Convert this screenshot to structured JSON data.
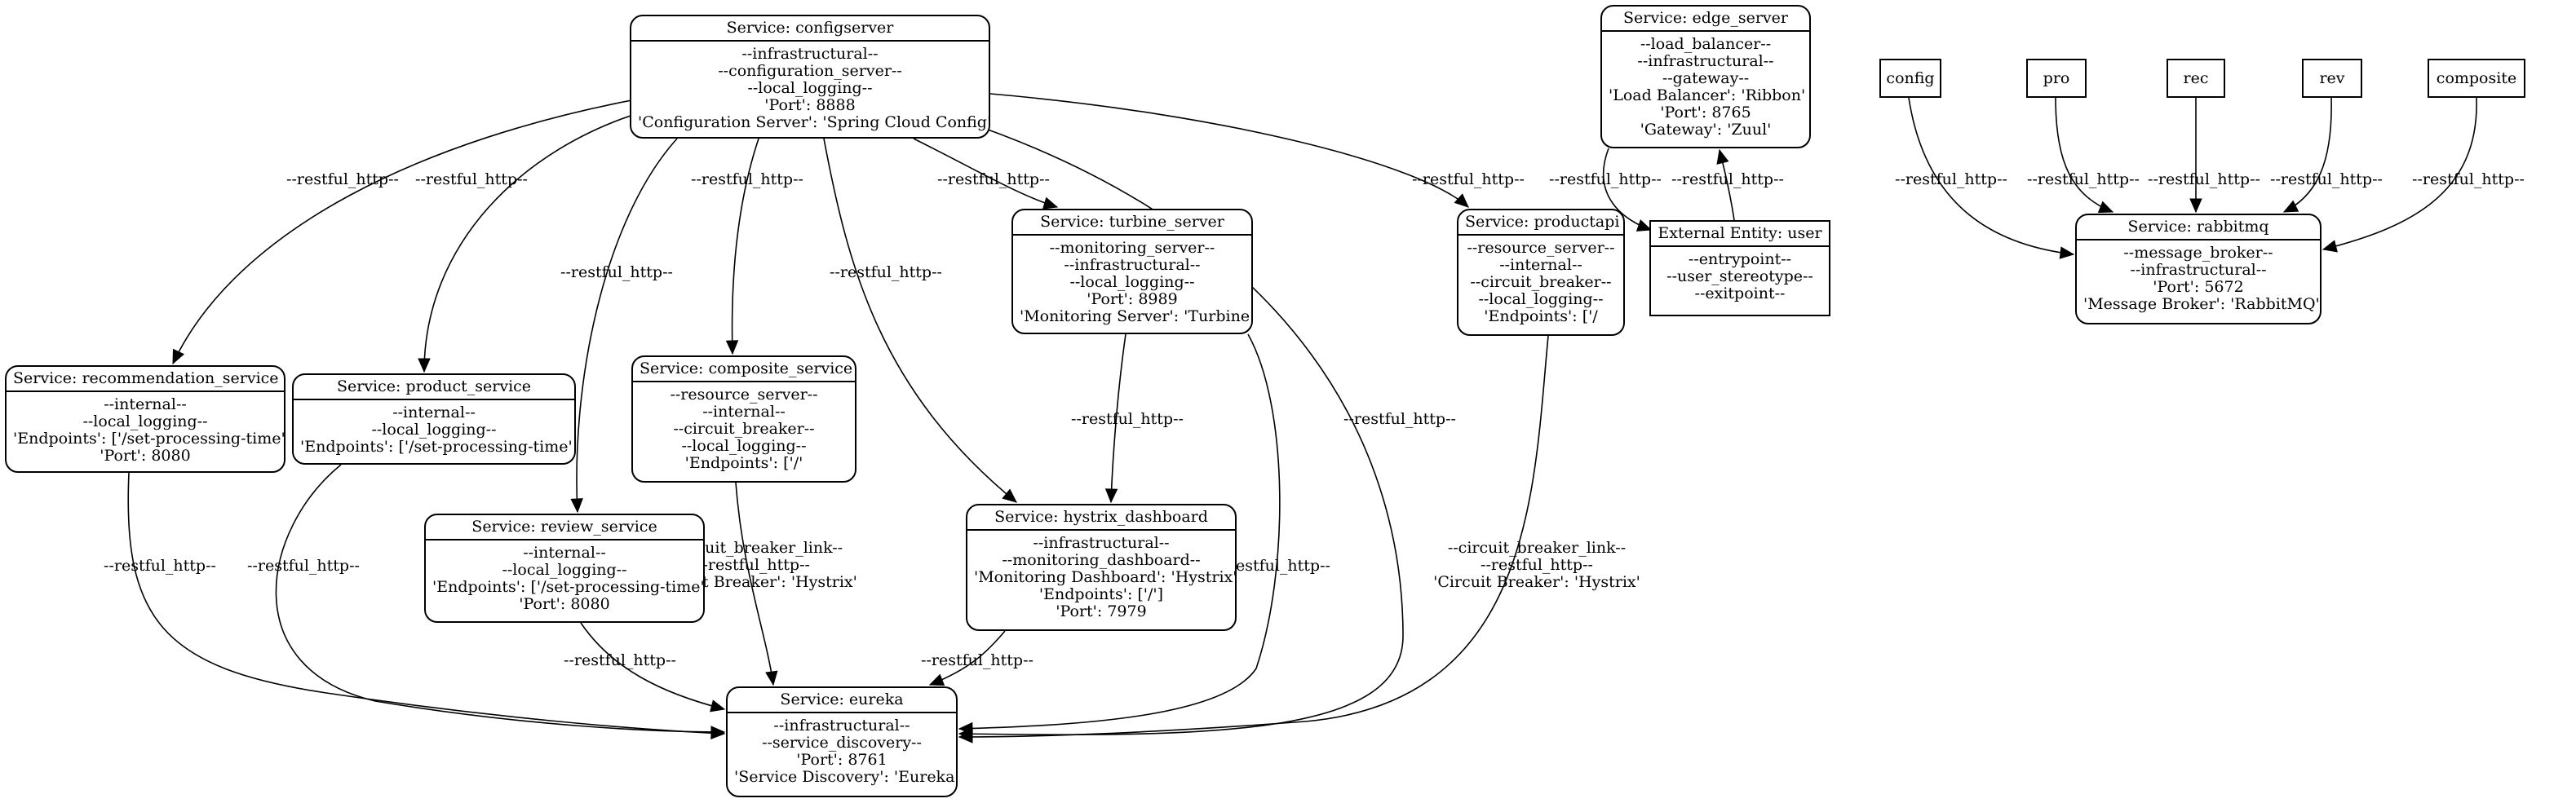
{
  "nodes": [
    {
      "id": "configserver",
      "title": "Service: configserver",
      "rounded": true,
      "lines": [
        "--infrastructural--",
        "--configuration_server--",
        "--local_logging--",
        "'Port': 8888",
        "'Configuration Server': 'Spring Cloud Config'"
      ]
    },
    {
      "id": "edge_server",
      "title": "Service: edge_server",
      "rounded": true,
      "lines": [
        "--load_balancer--",
        "--infrastructural--",
        "--gateway--",
        "'Load Balancer': 'Ribbon'",
        "'Port': 8765",
        "'Gateway': 'Zuul'"
      ]
    },
    {
      "id": "user",
      "title": "External Entity: user",
      "rounded": false,
      "lines": [
        "--entrypoint--",
        "--user_stereotype--",
        "--exitpoint--"
      ]
    },
    {
      "id": "config",
      "title": "config",
      "rounded": false,
      "simple": true,
      "lines": []
    },
    {
      "id": "pro",
      "title": "pro",
      "rounded": false,
      "simple": true,
      "lines": []
    },
    {
      "id": "rec",
      "title": "rec",
      "rounded": false,
      "simple": true,
      "lines": []
    },
    {
      "id": "rev",
      "title": "rev",
      "rounded": false,
      "simple": true,
      "lines": []
    },
    {
      "id": "composite",
      "title": "composite",
      "rounded": false,
      "simple": true,
      "lines": []
    },
    {
      "id": "rabbitmq",
      "title": "Service: rabbitmq",
      "rounded": true,
      "lines": [
        "--message_broker--",
        "--infrastructural--",
        "'Port': 5672",
        "'Message Broker': 'RabbitMQ'"
      ]
    },
    {
      "id": "turbine_server",
      "title": "Service: turbine_server",
      "rounded": true,
      "lines": [
        "--monitoring_server--",
        "--infrastructural--",
        "--local_logging--",
        "'Port': 8989",
        "'Monitoring Server': 'Turbine'"
      ]
    },
    {
      "id": "productapi",
      "title": "Service: productapi",
      "rounded": true,
      "lines": [
        "--resource_server--",
        "--internal--",
        "--circuit_breaker--",
        "--local_logging--",
        "'Endpoints': ['/"
      ]
    },
    {
      "id": "recommendation_service",
      "title": "Service: recommendation_service",
      "rounded": true,
      "lines": [
        "--internal--",
        "--local_logging--",
        "'Endpoints': ['/set-processing-time'",
        "'Port': 8080"
      ]
    },
    {
      "id": "product_service",
      "title": "Service: product_service",
      "rounded": true,
      "lines": [
        "--internal--",
        "--local_logging--",
        "'Endpoints': ['/set-processing-time'"
      ]
    },
    {
      "id": "composite_service",
      "title": "Service: composite_service",
      "rounded": true,
      "lines": [
        "--resource_server--",
        "--internal--",
        "--circuit_breaker--",
        "--local_logging--",
        "'Endpoints': ['/'"
      ]
    },
    {
      "id": "review_service",
      "title": "Service: review_service",
      "rounded": true,
      "lines": [
        "--internal--",
        "--local_logging--",
        "'Endpoints': ['/set-processing-time'",
        "'Port': 8080"
      ]
    },
    {
      "id": "hystrix_dashboard",
      "title": "Service: hystrix_dashboard",
      "rounded": true,
      "lines": [
        "--infrastructural--",
        "--monitoring_dashboard--",
        "'Monitoring Dashboard': 'Hystrix'",
        "'Endpoints': ['/']",
        "'Port': 7979"
      ]
    },
    {
      "id": "eureka",
      "title": "Service: eureka",
      "rounded": true,
      "lines": [
        "--infrastructural--",
        "--service_discovery--",
        "'Port': 8761",
        "'Service Discovery': 'Eureka'"
      ]
    }
  ],
  "edges": [
    {
      "from": "configserver",
      "to": "recommendation_service",
      "label": [
        "--restful_http--"
      ]
    },
    {
      "from": "configserver",
      "to": "product_service",
      "label": [
        "--restful_http--"
      ]
    },
    {
      "from": "configserver",
      "to": "review_service",
      "label": [
        "--restful_http--"
      ]
    },
    {
      "from": "configserver",
      "to": "composite_service",
      "label": [
        "--restful_http--"
      ]
    },
    {
      "from": "configserver",
      "to": "hystrix_dashboard",
      "label": [
        "--restful_http--"
      ]
    },
    {
      "from": "configserver",
      "to": "turbine_server",
      "label": [
        "--restful_http--"
      ]
    },
    {
      "from": "configserver",
      "to": "eureka",
      "label": [
        "--restful_http--"
      ]
    },
    {
      "from": "configserver",
      "to": "productapi",
      "label": [
        "--restful_http--"
      ]
    },
    {
      "from": "edge_server",
      "to": "user",
      "label": [
        "--restful_http--"
      ]
    },
    {
      "from": "user",
      "to": "edge_server",
      "label": [
        "--restful_http--"
      ]
    },
    {
      "from": "config",
      "to": "rabbitmq",
      "label": [
        "--restful_http--"
      ]
    },
    {
      "from": "pro",
      "to": "rabbitmq",
      "label": [
        "--restful_http--"
      ]
    },
    {
      "from": "rec",
      "to": "rabbitmq",
      "label": [
        "--restful_http--"
      ]
    },
    {
      "from": "rev",
      "to": "rabbitmq",
      "label": [
        "--restful_http--"
      ]
    },
    {
      "from": "composite",
      "to": "rabbitmq",
      "label": [
        "--restful_http--"
      ]
    },
    {
      "from": "turbine_server",
      "to": "hystrix_dashboard",
      "label": [
        "--restful_http--"
      ]
    },
    {
      "from": "turbine_server",
      "to": "eureka",
      "label": [
        "--restful_http--"
      ]
    },
    {
      "from": "productapi",
      "to": "eureka",
      "label": [
        "--circuit_breaker_link--",
        "--restful_http--",
        "'Circuit Breaker': 'Hystrix'"
      ]
    },
    {
      "from": "recommendation_service",
      "to": "eureka",
      "label": [
        "--restful_http--"
      ]
    },
    {
      "from": "product_service",
      "to": "eureka",
      "label": [
        "--restful_http--"
      ]
    },
    {
      "from": "composite_service",
      "to": "eureka",
      "label": [
        "--circuit_breaker_link--",
        "--restful_http--",
        "'Circuit Breaker': 'Hystrix'"
      ]
    },
    {
      "from": "review_service",
      "to": "eureka",
      "label": [
        "--restful_http--"
      ]
    },
    {
      "from": "hystrix_dashboard",
      "to": "eureka",
      "label": [
        "--restful_http--"
      ]
    }
  ]
}
